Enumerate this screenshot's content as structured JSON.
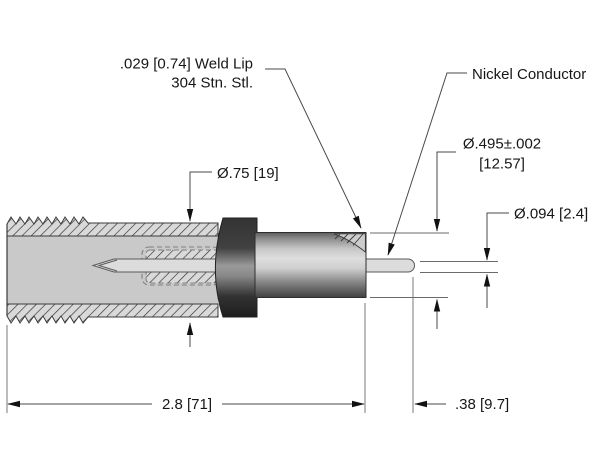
{
  "diagram": {
    "type": "technical-drawing-cross-section",
    "annotations": {
      "weld_lip": {
        "line1": ".029 [0.74] Weld Lip",
        "line2": "304 Stn. Stl."
      },
      "nickel_conductor": {
        "label": "Nickel Conductor"
      },
      "body_diameter": {
        "label": "Ø.75 [19]"
      },
      "barrel_diameter": {
        "line1": "Ø.495±.002",
        "line2": "[12.57]"
      },
      "pin_diameter": {
        "label": "Ø.094 [2.4]"
      },
      "overall_length": {
        "label": "2.8 [71]"
      },
      "pin_length": {
        "label": ".38 [9.7]"
      }
    },
    "colors": {
      "background": "#ffffff",
      "body_fill": "#c9c9c9",
      "hatch_bg": "#d9d9d9",
      "hatch_line": "#2f2f2f",
      "outline": "#3a3a3a",
      "dim_line": "#5a5a5a",
      "arrow": "#111111",
      "flange_dark": "#2e2e2e",
      "barrel_light": "#dedede",
      "pin_fill": "#dcdcdc"
    }
  }
}
